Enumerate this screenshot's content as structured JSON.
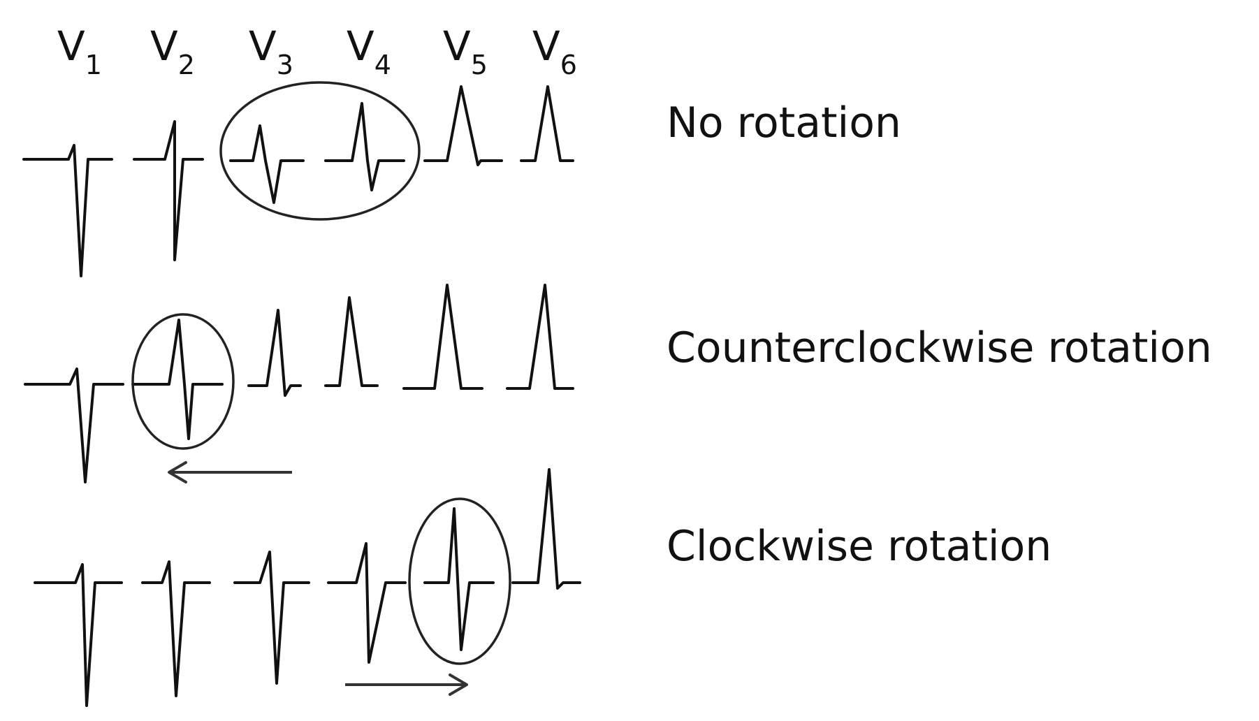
{
  "leads": [
    {
      "letter": "V",
      "sub": "1"
    },
    {
      "letter": "V",
      "sub": "2"
    },
    {
      "letter": "V",
      "sub": "3"
    },
    {
      "letter": "V",
      "sub": "4"
    },
    {
      "letter": "V",
      "sub": "5"
    },
    {
      "letter": "V",
      "sub": "6"
    }
  ],
  "rows": [
    {
      "label": "No rotation",
      "complexes": [
        "rS",
        "rS",
        "RS",
        "RS",
        "R",
        "R"
      ],
      "circled": [
        "V3",
        "V4"
      ],
      "arrow": "none"
    },
    {
      "label": "Counterclockwise rotation",
      "complexes": [
        "rS",
        "RS",
        "R",
        "R",
        "R",
        "R"
      ],
      "circled": [
        "V2"
      ],
      "arrow": "left"
    },
    {
      "label": "Clockwise rotation",
      "complexes": [
        "rS",
        "rS",
        "rS",
        "rS",
        "RS",
        "R"
      ],
      "circled": [
        "V5"
      ],
      "arrow": "right"
    }
  ],
  "colors": {
    "ink": "#111111",
    "background": "#ffffff"
  }
}
